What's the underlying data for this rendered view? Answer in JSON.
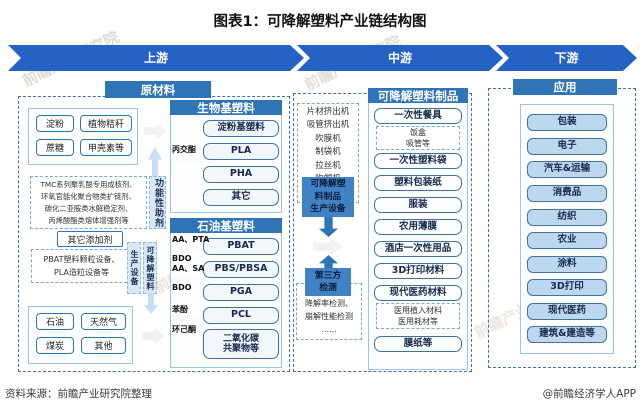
{
  "title": "图表1：可降解塑料产业链结构图",
  "banners": {
    "upstream": "上游",
    "midstream": "中游",
    "downstream": "下游"
  },
  "colors": {
    "banner_blue": "#2463C4",
    "header_blue": "#2E74B6",
    "item_light_blue": "#BDD7EE",
    "box_blue": "#4182C4",
    "light_arrow_blue": "#C9DEF2",
    "dashed_border_blue": "#3B6FB5"
  },
  "upstream": {
    "header": "原材料",
    "bio_sources": [
      "淀粉",
      "植物秸秆",
      "蔗糖",
      "甲壳素等"
    ],
    "additives_note_lines": [
      "TMC系列聚乳酸专用成核剂、",
      "环氧官能化聚合物类扩链剂、",
      "碳化二亚胺类水解稳定剂、",
      "丙烯酸酯类熔体增强剂等"
    ],
    "functional_additives_label": "功能性助剂",
    "other_additives": "其它添加剂",
    "equipment_note_lines": [
      "PBAT塑料颗粒设备、",
      "PLA造粒设备等"
    ],
    "equipment_vlabel_left": "生产设备",
    "equipment_vlabel_right": "可降解塑料",
    "fossil_sources": [
      "石油",
      "天然气",
      "煤炭",
      "其他"
    ]
  },
  "bio_plastics": {
    "header": "生物基塑料",
    "input_label": "丙交酯",
    "items": [
      "淀粉基塑料",
      "PLA",
      "PHA",
      "其它"
    ]
  },
  "petro_plastics": {
    "header": "石油基塑料",
    "items": [
      "PBAT",
      "PBS/PBSA",
      "PGA",
      "PCL"
    ],
    "co2_item_lines": [
      "二氧化碳",
      "共聚物等"
    ],
    "inputs": [
      {
        "top": "AA、PTA",
        "bottom": "BDO"
      },
      {
        "top": "AA、SA",
        "bottom": "BDO"
      },
      {
        "top": "苯酚",
        "bottom": "环己酮"
      }
    ]
  },
  "midstream_flow": {
    "equipment_list": [
      "片材挤出机",
      "吸管挤出机",
      "吹膜机",
      "制袋机",
      "拉丝机",
      "吹塑机",
      "......"
    ],
    "equipment_box_lines": [
      "可降解塑",
      "料制品",
      "生产设备"
    ],
    "third_party_lines": [
      "第三方",
      "检测"
    ],
    "testing_list": [
      "降解性检测、",
      "降解率检测、",
      "崩解性能检测",
      "......"
    ]
  },
  "products": {
    "header": "可降解塑料制品",
    "items": [
      "一次性餐具",
      "一次性塑料袋",
      "塑料包装纸",
      "服装",
      "农用薄膜",
      "酒店一次性用品",
      "3D打印材料",
      "现代医药材料",
      "膜纸等"
    ],
    "tableware_sub_lines": [
      "饭盒",
      "吸管等"
    ],
    "medical_sub_lines": [
      "医用植入材料",
      "医用耗材等"
    ]
  },
  "downstream_apps": {
    "header": "应用",
    "items": [
      "包装",
      "电子",
      "汽车&运输",
      "消费品",
      "纺织",
      "农业",
      "涂料",
      "3D打印",
      "现代医药",
      "建筑&建造等"
    ]
  },
  "footer": {
    "source": "资料来源：前瞻产业研究院整理",
    "credit": "@前瞻经济学人APP"
  },
  "watermark": "前瞻产业研究院"
}
